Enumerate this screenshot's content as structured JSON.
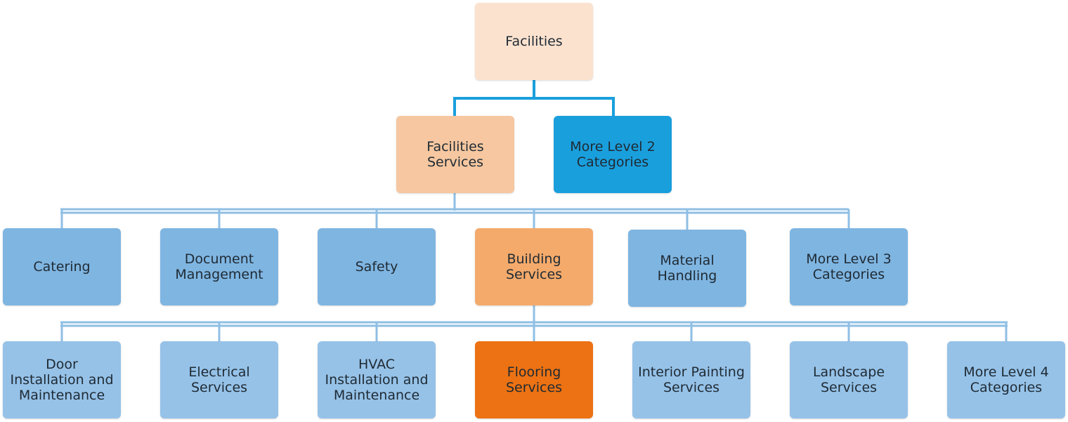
{
  "colors": {
    "level1": "#fbe2cf",
    "level2_selected": "#f6c7a0",
    "level2_other": "#1a9fdd",
    "level3": "#7fb5e1",
    "level3_selected": "#f4aa6b",
    "level4": "#96c2e8",
    "level4_selected": "#ec7213",
    "connector_primary": "#1a9fdd",
    "connector_secondary": "#8fbfe4"
  },
  "level1": {
    "root": "Facilities"
  },
  "level2": {
    "facilities_services": "Facilities Services",
    "more": "More Level 2 Categories"
  },
  "level3": {
    "catering": "Catering",
    "document_management": "Document Management",
    "safety": "Safety",
    "building_services": "Building Services",
    "material_handling": "Material Handling",
    "more": "More Level 3 Categories"
  },
  "level4": {
    "door": "Door Installation and Maintenance",
    "electrical": "Electrical Services",
    "hvac": "HVAC Installation and Maintenance",
    "flooring": "Flooring Services",
    "interior_painting": "Interior Painting Services",
    "landscape": "Landscape Services",
    "more": "More Level 4 Categories"
  }
}
